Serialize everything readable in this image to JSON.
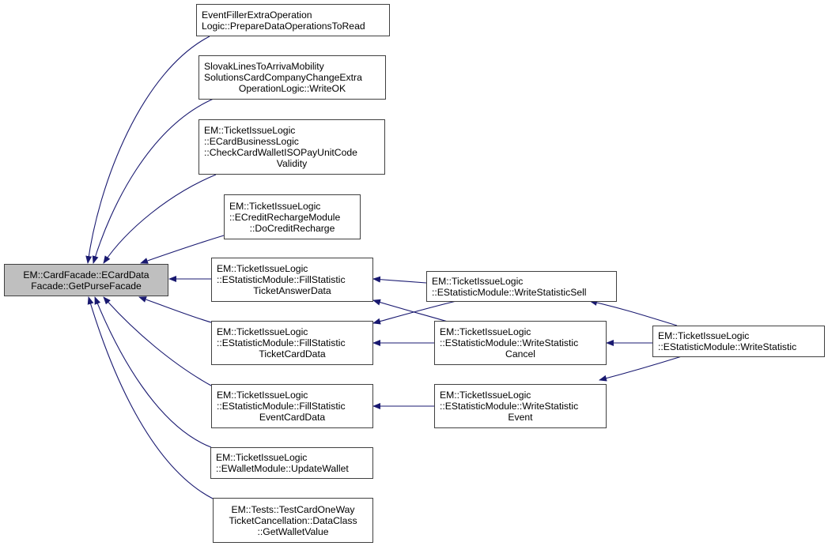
{
  "diagram": {
    "type": "doxygen-caller-graph",
    "edge_color": "#191970",
    "root_fill": "#bfbfbf",
    "nodes": [
      {
        "id": "root",
        "lines": [
          "EM::CardFacade::ECardData",
          "Facade::GetPurseFacade"
        ],
        "root": true
      },
      {
        "id": "n1",
        "lines": [
          "EventFillerExtraOperation",
          "Logic::PrepareDataOperationsToRead"
        ]
      },
      {
        "id": "n2",
        "lines": [
          "SlovakLinesToArrivaMobility",
          "SolutionsCardCompanyChangeExtra",
          "OperationLogic::WriteOK"
        ]
      },
      {
        "id": "n3",
        "lines": [
          "EM::TicketIssueLogic",
          "::ECardBusinessLogic",
          "::CheckCardWalletISOPayUnitCode",
          "Validity"
        ]
      },
      {
        "id": "n4",
        "lines": [
          "EM::TicketIssueLogic",
          "::ECreditRechargeModule",
          "::DoCreditRecharge"
        ]
      },
      {
        "id": "n5",
        "lines": [
          "EM::TicketIssueLogic",
          "::EStatisticModule::FillStatistic",
          "TicketAnswerData"
        ]
      },
      {
        "id": "n6",
        "lines": [
          "EM::TicketIssueLogic",
          "::EStatisticModule::FillStatistic",
          "TicketCardData"
        ]
      },
      {
        "id": "n7",
        "lines": [
          "EM::TicketIssueLogic",
          "::EStatisticModule::FillStatistic",
          "EventCardData"
        ]
      },
      {
        "id": "n8",
        "lines": [
          "EM::TicketIssueLogic",
          "::EWalletModule::UpdateWallet"
        ]
      },
      {
        "id": "n9",
        "lines": [
          "EM::Tests::TestCardOneWay",
          "TicketCancellation::DataClass",
          "::GetWalletValue"
        ]
      },
      {
        "id": "s1",
        "lines": [
          "EM::TicketIssueLogic",
          "::EStatisticModule::WriteStatisticSell"
        ]
      },
      {
        "id": "s2",
        "lines": [
          "EM::TicketIssueLogic",
          "::EStatisticModule::WriteStatistic",
          "Cancel"
        ]
      },
      {
        "id": "s3",
        "lines": [
          "EM::TicketIssueLogic",
          "::EStatisticModule::WriteStatistic",
          "Event"
        ]
      },
      {
        "id": "w",
        "lines": [
          "EM::TicketIssueLogic",
          "::EStatisticModule::WriteStatistic"
        ]
      }
    ],
    "edges": [
      {
        "from": "n1",
        "to": "root"
      },
      {
        "from": "n2",
        "to": "root"
      },
      {
        "from": "n3",
        "to": "root"
      },
      {
        "from": "n4",
        "to": "root"
      },
      {
        "from": "n5",
        "to": "root"
      },
      {
        "from": "n6",
        "to": "root"
      },
      {
        "from": "n7",
        "to": "root"
      },
      {
        "from": "n8",
        "to": "root"
      },
      {
        "from": "n9",
        "to": "root"
      },
      {
        "from": "s1",
        "to": "n5"
      },
      {
        "from": "s1",
        "to": "n6"
      },
      {
        "from": "s2",
        "to": "n5"
      },
      {
        "from": "s2",
        "to": "n6"
      },
      {
        "from": "s3",
        "to": "n7"
      },
      {
        "from": "w",
        "to": "s1"
      },
      {
        "from": "w",
        "to": "s2"
      },
      {
        "from": "w",
        "to": "s3"
      }
    ]
  }
}
